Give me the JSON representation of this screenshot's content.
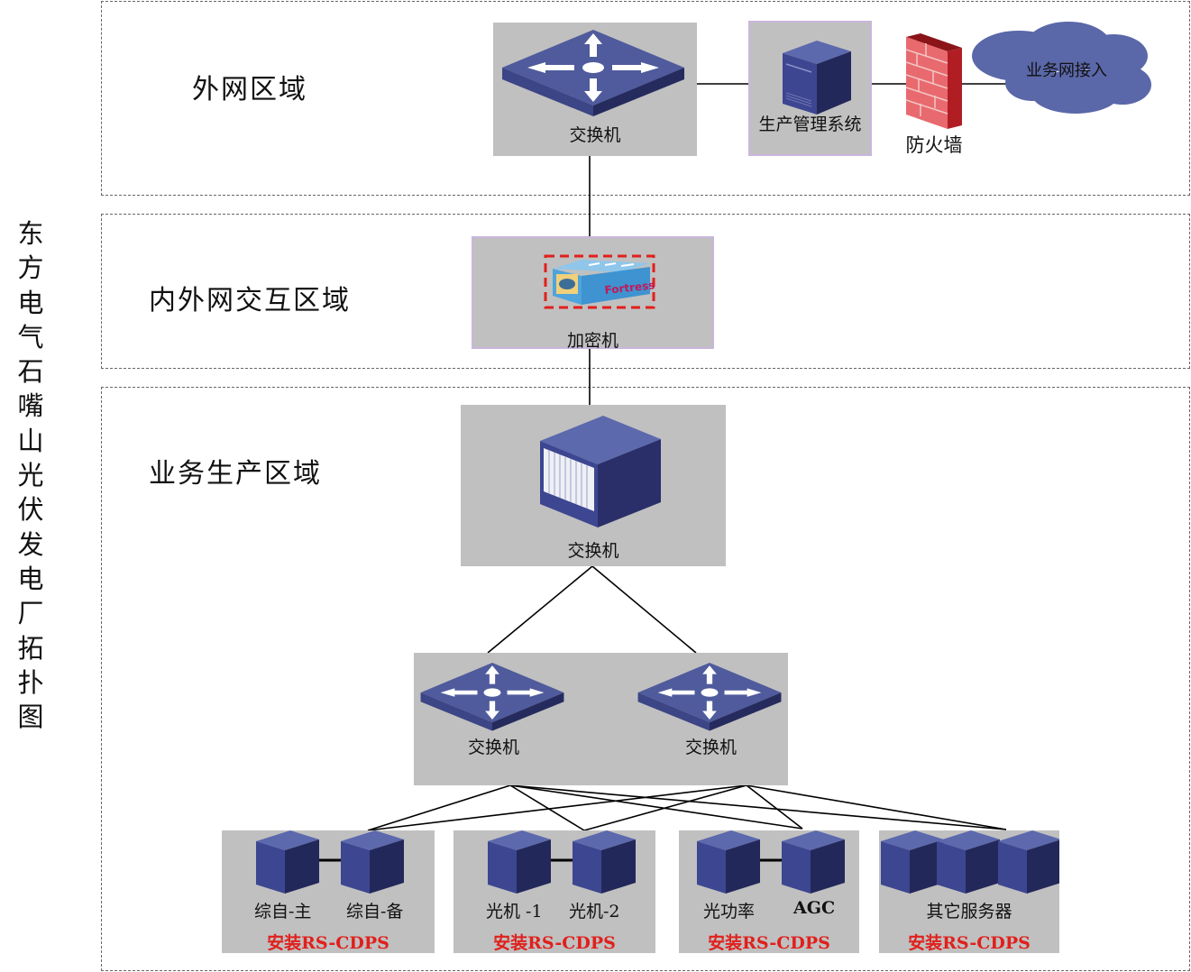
{
  "title_vertical": [
    "东",
    "方",
    "电",
    "气",
    "石",
    "嘴",
    "山",
    "光",
    "伏",
    "发",
    "电",
    "厂",
    "拓",
    "扑",
    "图"
  ],
  "zones": {
    "outer": {
      "label": "外网区域"
    },
    "interaction": {
      "label": "内外网交互区域"
    },
    "production": {
      "label": "业务生产区域"
    }
  },
  "outer_zone": {
    "switch": {
      "label": "交换机",
      "icon": "switch-icon"
    },
    "mgmt_system": {
      "label": "生产管理系统",
      "icon": "server-tower-icon"
    },
    "firewall": {
      "label": "防火墙",
      "icon": "firewall-icon"
    },
    "cloud": {
      "label": "业务网接入",
      "icon": "cloud-icon"
    }
  },
  "interaction_zone": {
    "encryptor": {
      "label": "加密机",
      "icon": "encryptor-icon",
      "brand_text": "Fortress"
    }
  },
  "production_zone": {
    "core_switch": {
      "label": "交换机",
      "icon": "chassis-switch-icon"
    },
    "access_switches": [
      {
        "label": "交换机",
        "icon": "switch-icon"
      },
      {
        "label": "交换机",
        "icon": "switch-icon"
      }
    ],
    "server_groups": [
      {
        "servers": [
          "综自-主",
          "综自-备"
        ],
        "note": "安装RS-CDPS",
        "linked": true
      },
      {
        "servers": [
          "光机 -1",
          "光机-2"
        ],
        "note": "安装RS-CDPS",
        "linked": true
      },
      {
        "servers": [
          "光功率",
          "AGC"
        ],
        "note": "安装RS-CDPS",
        "linked": true
      },
      {
        "servers": [
          "其它服务器"
        ],
        "server_count": 3,
        "note": "安装RS-CDPS",
        "linked": false
      }
    ]
  },
  "colors": {
    "device_blue": "#4f5b9c",
    "device_dark": "#2a2f66",
    "node_bg": "#c0c0c0",
    "note_red": "#e0201c",
    "firewall_red": "#c8222a",
    "cloud_fill": "#5a67a8"
  }
}
